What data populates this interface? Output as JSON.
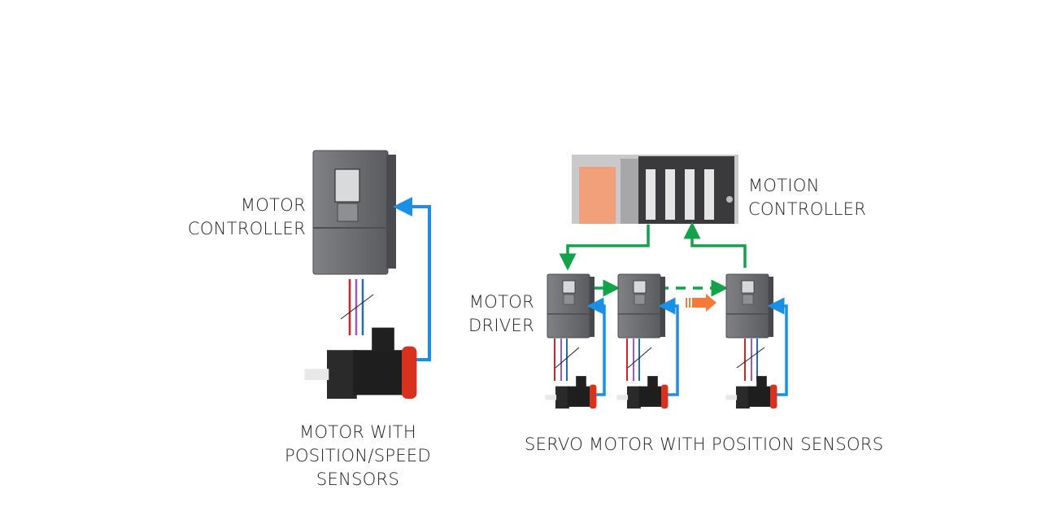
{
  "colors": {
    "feedback_line": "#1a8fe6",
    "network_line": "#12a34a",
    "phase_red": "#d6202a",
    "phase_purple": "#9b59c9",
    "phase_blue": "#1f6fbf",
    "orange_arrow": "#f47a3a",
    "device_body": "#6b6c70",
    "motor_body": "#1e1e1e",
    "encoder_red": "#d8321f",
    "plc_orange": "#f2a07a"
  },
  "left_system": {
    "controller_label_line1": "MOTOR",
    "controller_label_line2": "CONTROLLER",
    "motor_label_line1": "MOTOR WITH",
    "motor_label_line2": "POSITION/SPEED",
    "motor_label_line3": "SENSORS"
  },
  "right_system": {
    "motion_controller_line1": "MOTION",
    "motion_controller_line2": "CONTROLLER",
    "driver_label_line1": "MOTOR",
    "driver_label_line2": "DRIVER",
    "servo_caption": "SERVO MOTOR WITH POSITION SENSORS",
    "driver_count_shown": 3
  }
}
